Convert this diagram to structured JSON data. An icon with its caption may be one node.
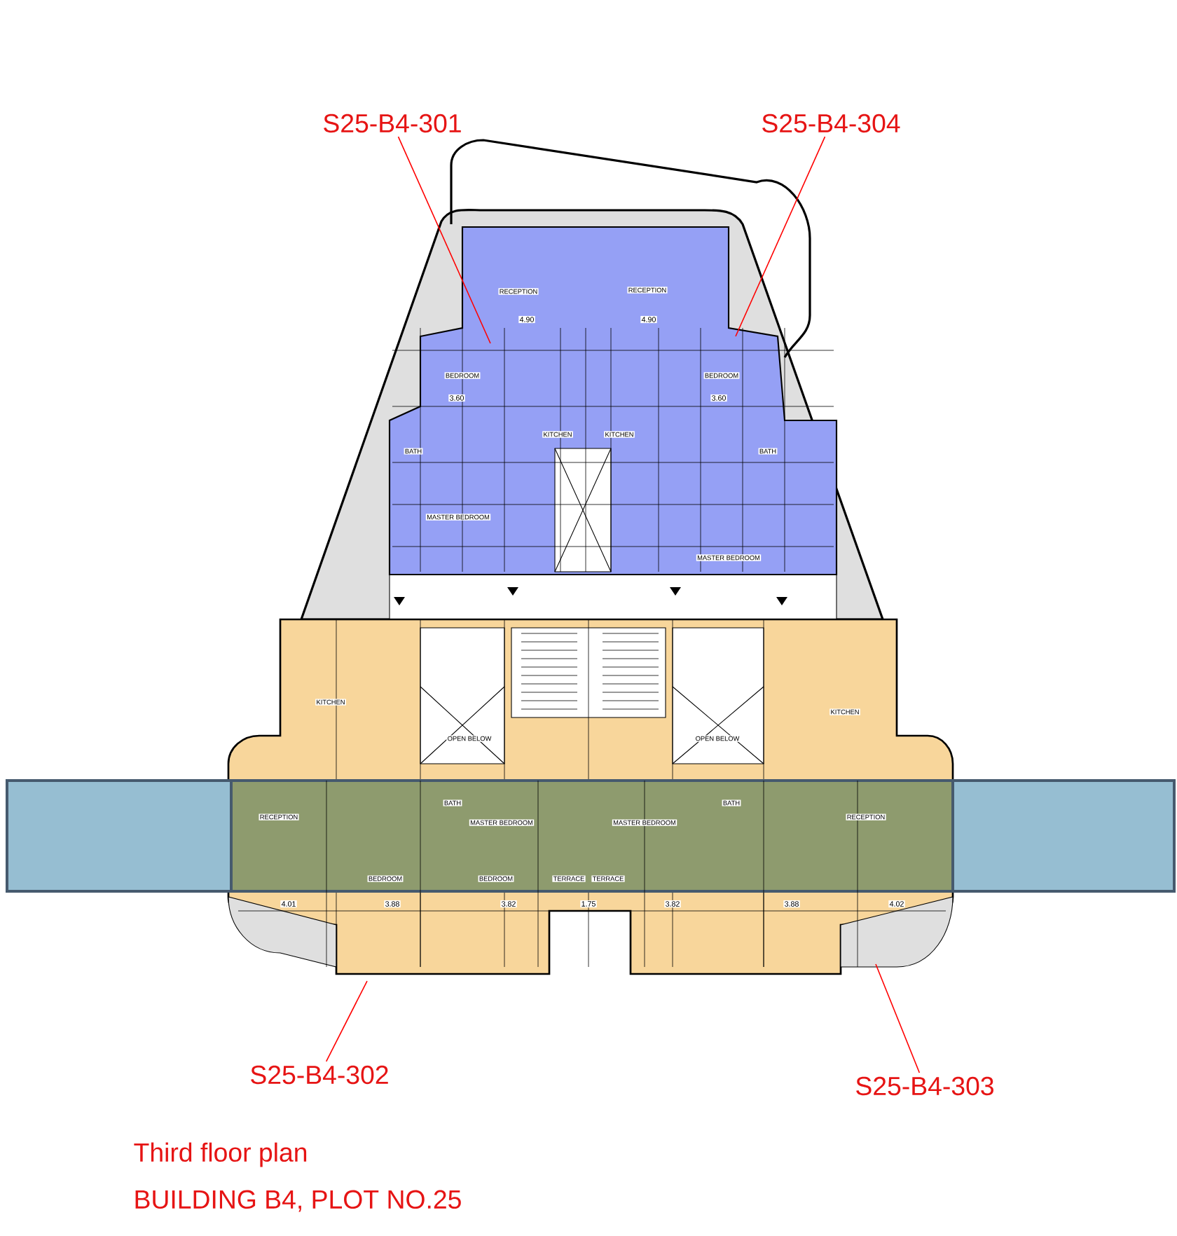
{
  "diagram": {
    "nodes": [
      {
        "text": [
          "S25-B4-301"
        ]
      },
      {
        "text": [
          "S25-B4-304"
        ]
      },
      {
        "text": [
          "S25-B4-302"
        ]
      },
      {
        "text": [
          "S25-B4-303"
        ]
      }
    ],
    "edges": [
      {
        "from": 0,
        "to": null,
        "arrow": "none"
      },
      {
        "from": 1,
        "to": null,
        "arrow": "none"
      },
      {
        "from": 2,
        "to": null,
        "arrow": "none"
      },
      {
        "from": 3,
        "to": null,
        "arrow": "none"
      }
    ],
    "labels": [
      "RECEPTION",
      "4.90",
      "RECEPTION",
      "4.90",
      "BEDROOM",
      "3.60",
      "BEDROOM",
      "3.60",
      "KITCHEN",
      "KITCHEN",
      "BATH",
      "BATH",
      "MASTER BEDROOM",
      "MASTER BEDROOM",
      "KITCHEN",
      "KITCHEN",
      "OPEN BELOW",
      "OPEN BELOW",
      "RECEPTION",
      "BATH",
      "MASTER BEDROOM",
      "MASTER BEDROOM",
      "BATH",
      "RECEPTION",
      "BEDROOM",
      "BEDROOM",
      "TERRACE",
      "TERRACE",
      "4.01",
      "3.88",
      "3.82",
      "1.75",
      "3.82",
      "3.88",
      "4.02",
      "Third floor plan",
      "BUILDING B4, PLOT NO.25"
    ]
  }
}
